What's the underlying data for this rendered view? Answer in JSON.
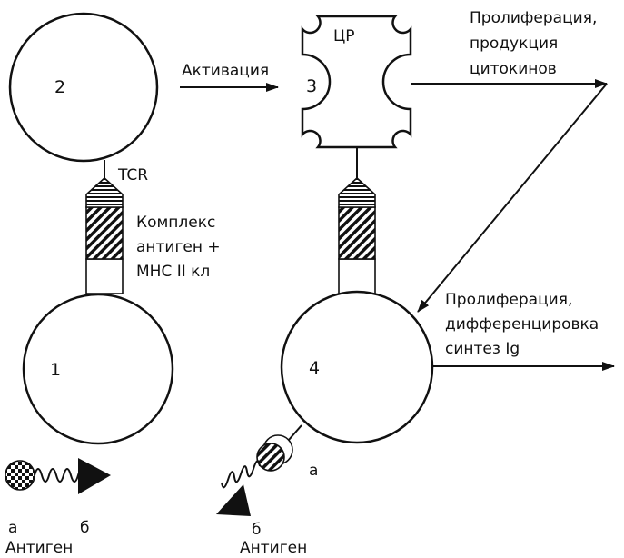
{
  "cells": {
    "cell1": "1",
    "cell2": "2",
    "cell3": "3",
    "cell4": "4"
  },
  "labels": {
    "cr": "ЦР",
    "tcr": "TCR",
    "activation": "Активация",
    "complex": [
      "Комплекс",
      "антиген +",
      "МНС II кл"
    ],
    "proliferation_top": [
      "Пролиферация,",
      "продукция",
      "цитокинов"
    ],
    "proliferation_right": [
      "Пролиферация,",
      "дифференцировка",
      "синтез Ig"
    ]
  },
  "antigen_left": {
    "a": "а",
    "b": "б",
    "caption": "Антиген"
  },
  "antigen_right": {
    "a": "а",
    "b": "б",
    "caption": "Антиген"
  }
}
